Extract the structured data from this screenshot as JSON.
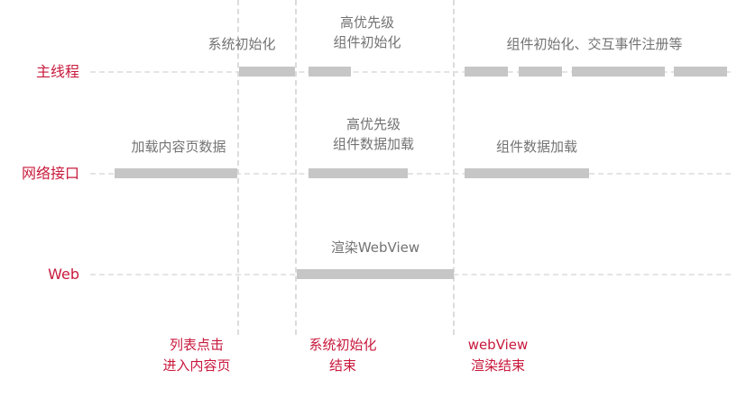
{
  "lanes": {
    "main_thread": "主线程",
    "network": "网络接口",
    "web": "Web"
  },
  "annotations": {
    "system_init": "系统初始化",
    "high_priority_init": [
      "高优先级",
      "组件初始化"
    ],
    "component_init_events": "组件初始化、交互事件注册等",
    "load_content_page": "加载内容页数据",
    "high_priority_data": [
      "高优先级",
      "组件数据加载"
    ],
    "component_data_load": "组件数据加载",
    "render_webview": "渲染WebView"
  },
  "milestones": {
    "list_click": [
      "列表点击",
      "进入内容页"
    ],
    "system_init_done": [
      "系统初始化",
      "结束"
    ],
    "webview_render_done": [
      "webView",
      "渲染结束"
    ]
  },
  "colors": {
    "accent_red": "#c8193c",
    "bar_gray": "#c6c6c6",
    "text_gray": "#737373",
    "dash_gray": "#e4e4e4"
  }
}
